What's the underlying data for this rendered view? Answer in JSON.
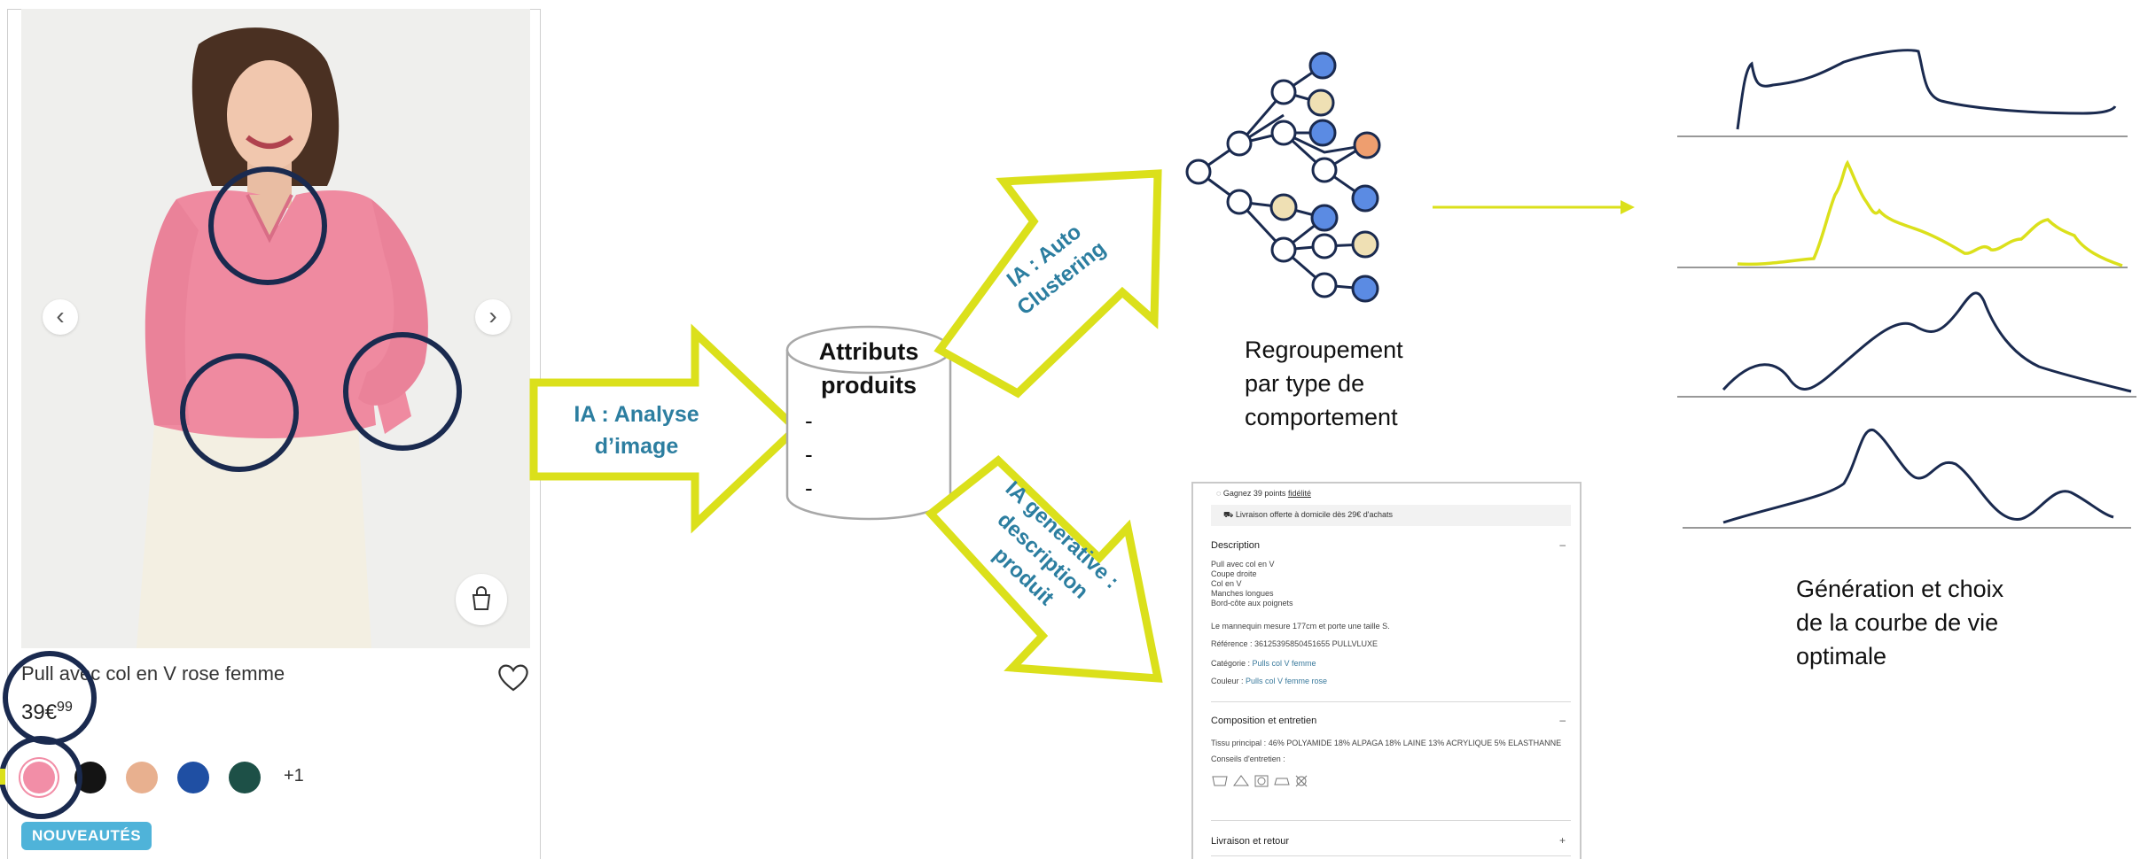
{
  "product": {
    "name": "Pull avec col en V rose femme",
    "price_main": "39€",
    "price_cents": "99",
    "more_colors": "+1",
    "badge": "NOUVEAUTÉS",
    "swatch_colors": [
      "#f28ea7",
      "#141414",
      "#e8b08f",
      "#1f4fa3",
      "#1d5047"
    ]
  },
  "arrows": {
    "image_analysis": [
      "IA : Analyse",
      "d’image"
    ],
    "auto_clustering": [
      "IA : Auto",
      "Clustering"
    ],
    "generative": [
      "IA generative :",
      "description",
      "produit"
    ]
  },
  "cylinder": {
    "title": [
      "Attributs",
      "produits"
    ],
    "items": [
      "-",
      "-",
      "-"
    ]
  },
  "clustering_caption": [
    "Regroupement",
    "par type de",
    "comportement"
  ],
  "curves_caption": [
    "Génération et choix",
    "de la courbe de vie",
    "optimale"
  ],
  "description_panel": {
    "loyalty": "Gagnez 39 points",
    "loyalty_link": "fidélité",
    "delivery": "Livraison offerte à domicile dès 29€ d'achats",
    "description_title": "Description",
    "description_lines": [
      "Pull avec col en V",
      "Coupe droite",
      "Col en V",
      "Manches longues",
      "Bord-côte aux poignets"
    ],
    "model_info": "Le mannequin mesure 177cm et porte une taille S.",
    "reference": "Référence : 3612539585045​1655 PULLVLUXE",
    "category_label": "Catégorie : ",
    "category_value": "Pulls col V femme",
    "color_label": "Couleur : ",
    "color_value": "Pulls col V femme rose",
    "composition_title": "Composition et entretien",
    "composition": "Tissu principal : 46% POLYAMIDE 18% ALPAGA 18% LAINE 13% ACRYLIQUE 5% ELASTHANNE",
    "care_title": "Conseils d'entretien :",
    "shipping_title": "Livraison et retour",
    "collapse_symbol": "–",
    "expand_symbol": "+"
  },
  "colors": {
    "accent_yellow": "#dbe01b",
    "navy": "#1a2a4f",
    "label_blue": "#2c7ea0",
    "badge_blue": "#4fb3d9"
  }
}
